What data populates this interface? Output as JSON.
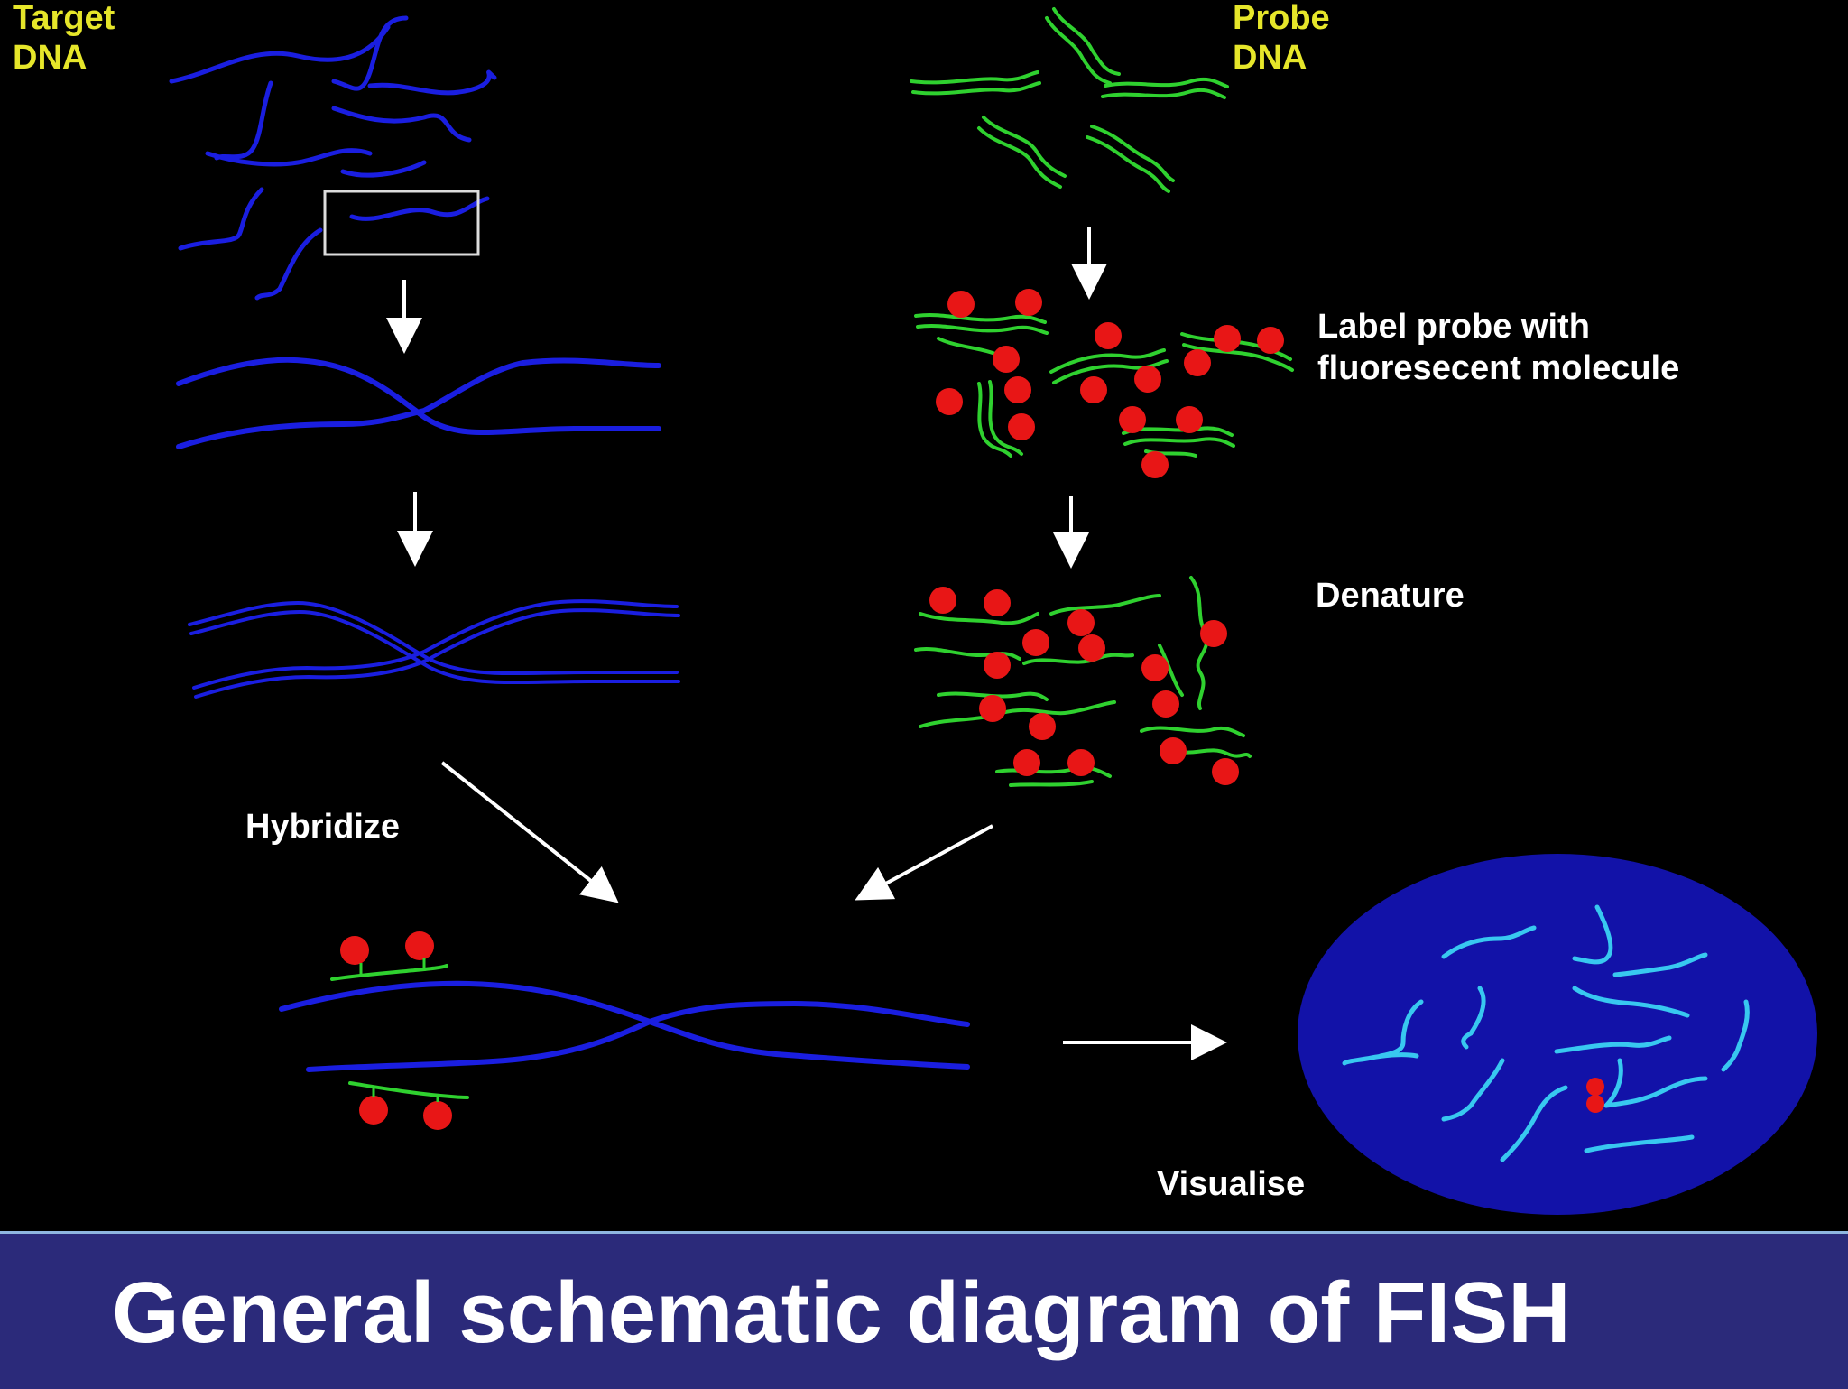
{
  "labels": {
    "target_line1": "Target",
    "target_line2": "DNA",
    "probe_line1": "Probe",
    "probe_line2": "DNA",
    "label_probe_line1": "Label probe with",
    "label_probe_line2": "fluoresecent molecule",
    "denature": "Denature",
    "hybridize": "Hybridize",
    "visualise": "Visualise"
  },
  "caption": "General schematic diagram of FISH",
  "colors": {
    "background": "#000000",
    "target_dna": "#1a1ee0",
    "probe_dna": "#2fd12f",
    "fluorophore": "#e81616",
    "nucleus": "#1212a8",
    "chromosome_visual": "#38c8f0",
    "label_yellow": "#e6e62a",
    "label_white": "#ffffff",
    "caption_bar": "#2b2a7a"
  }
}
